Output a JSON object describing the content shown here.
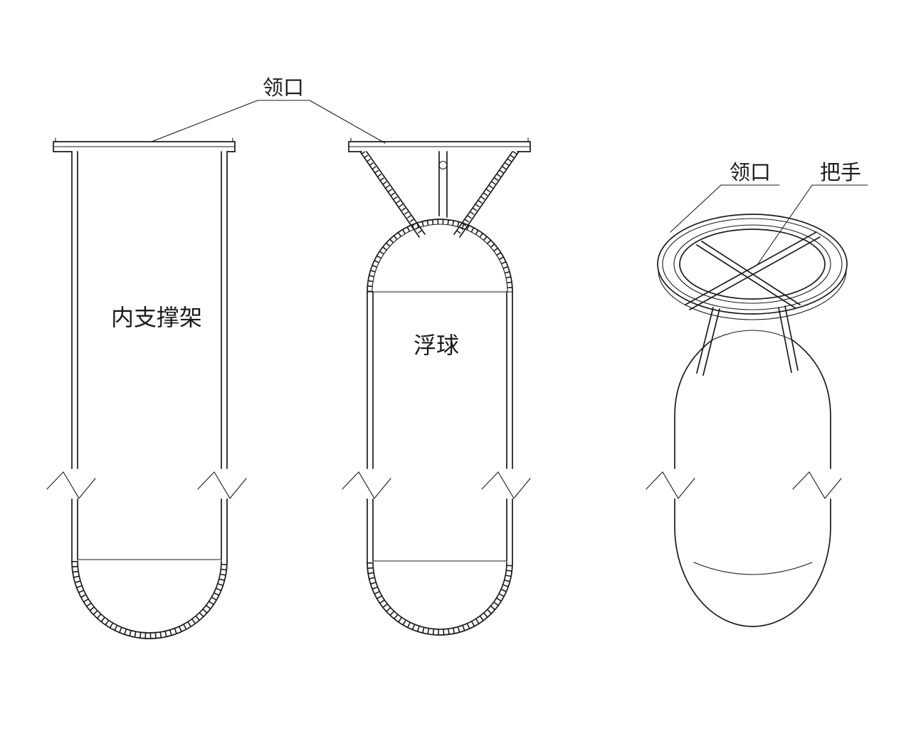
{
  "drawing": {
    "colors": {
      "line": "#1b1b1b",
      "background": "#ffffff"
    },
    "callouts": {
      "collar_top": "领口",
      "collar_right": "领口",
      "handle": "把手"
    },
    "parts": {
      "inner_support_frame": "内支撑架",
      "float_ball": "浮球"
    }
  }
}
